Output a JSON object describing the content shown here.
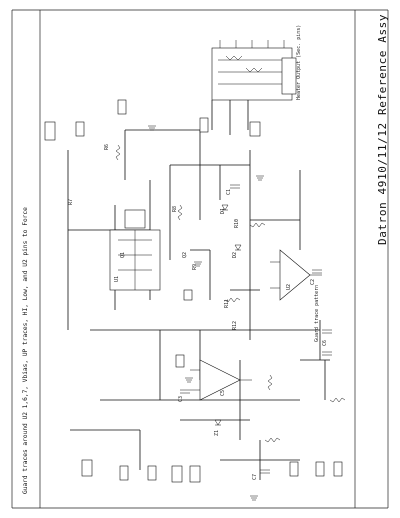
{
  "title": "Datron 4910/11/12 Reference Assy",
  "note": "Guard traces around U2 1,6,7, Vbias, UP traces, HI, Low, and U2 pins to Force",
  "component_labels": [
    "R6",
    "R7",
    "R8",
    "R9",
    "R10",
    "R11",
    "R12",
    "C1",
    "C2",
    "C3",
    "C5",
    "C6",
    "C7",
    "Q1",
    "Q2",
    "U1",
    "U2",
    "D1",
    "D2",
    "Z1"
  ],
  "annotations": [
    "Guard trace pattern",
    "Heater Output (Sec. pins)"
  ]
}
